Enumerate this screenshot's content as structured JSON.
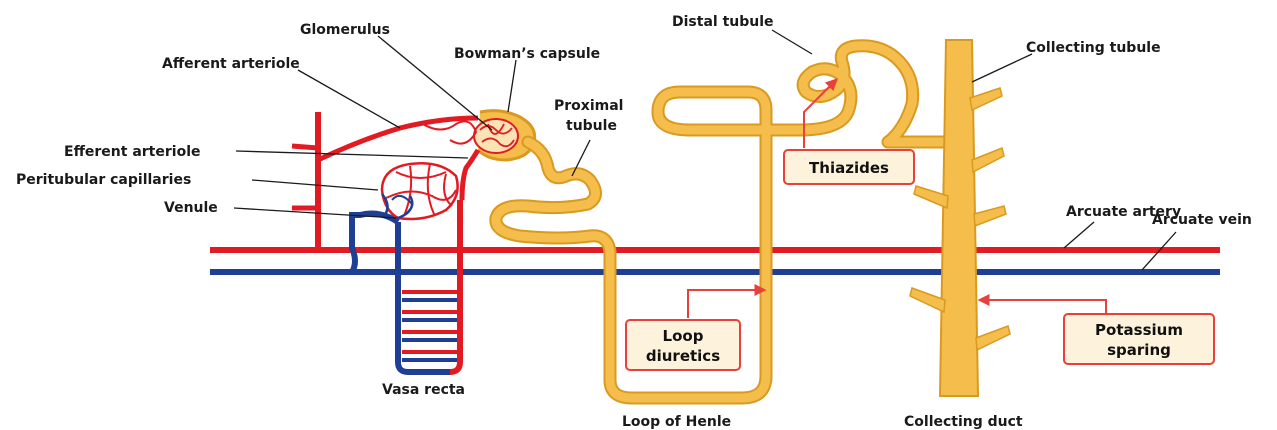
{
  "colors": {
    "tubule": "#f5bd4c",
    "tubule_outline": "#d99a1f",
    "artery": "#e21b23",
    "vein": "#1f3f95",
    "drug_box_fill": "#fdf3dc",
    "drug_box_border": "#e8403a"
  },
  "labels": {
    "glomerulus": "Glomerulus",
    "bowmans_capsule": "Bowman’s capsule",
    "afferent_arteriole": "Afferent arteriole",
    "efferent_arteriole": "Efferent arteriole",
    "peritubular_capillaries": "Peritubular capillaries",
    "venule": "Venule",
    "vasa_recta": "Vasa recta",
    "proximal_tubule_line1": "Proximal",
    "proximal_tubule_line2": "tubule",
    "distal_tubule": "Distal tubule",
    "collecting_tubule": "Collecting tubule",
    "arcuate_artery": "Arcuate artery",
    "arcuate_vein": "Arcuate vein",
    "loop_of_henle": "Loop of Henle",
    "collecting_duct": "Collecting duct"
  },
  "drugs": {
    "thiazides": "Thiazides",
    "loop_diuretics_line1": "Loop",
    "loop_diuretics_line2": "diuretics",
    "potassium_sparing_line1": "Potassium",
    "potassium_sparing_line2": "sparing"
  }
}
